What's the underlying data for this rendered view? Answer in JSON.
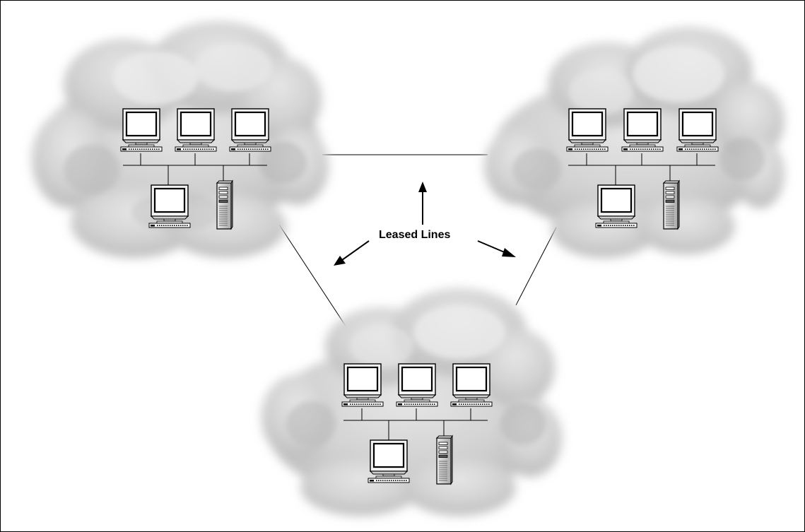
{
  "caption": "Leased Lines",
  "sites": [
    {
      "workstations": 4,
      "servers": 1
    },
    {
      "workstations": 4,
      "servers": 1
    },
    {
      "workstations": 4,
      "servers": 1
    }
  ],
  "colors": {
    "cloud_base": "#d0d0d0",
    "cloud_light": "#ececec",
    "cloud_dark": "#b4b4b4",
    "line": "#000000",
    "border": "#000000"
  },
  "icons": {
    "workstation": "monitor-icon",
    "server": "tower-server-icon"
  }
}
